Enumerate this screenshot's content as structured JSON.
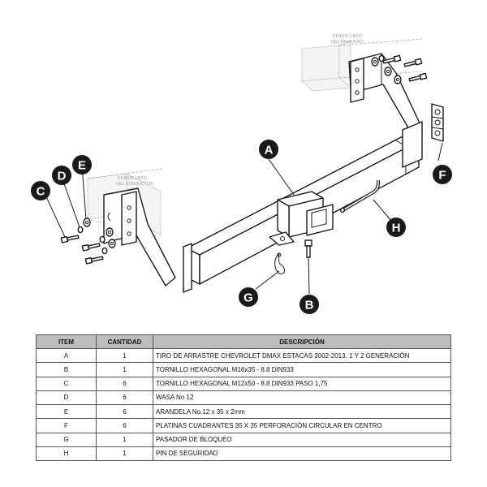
{
  "callouts": {
    "A": "A",
    "B": "B",
    "C": "C",
    "D": "D",
    "E": "E",
    "F": "F",
    "G": "G",
    "H": "H"
  },
  "chassis_labels": {
    "passenger_line1": "CHASIS LADO",
    "passenger_line2": "DEL PASAJERO",
    "driver_line1": "CHASIS LADO",
    "driver_line2": "DEL CONDUCTOR"
  },
  "table": {
    "headers": {
      "item": "ITEM",
      "cantidad": "CANTIDAD",
      "descripcion": "DESCRIPCIÓN"
    },
    "rows": [
      {
        "item": "A",
        "cantidad": "1",
        "descripcion": "TIRO DE ARRASTRE CHEVROLET DMAX ESTACAS 2002-2013. 1 Y 2 GENERACIÓN"
      },
      {
        "item": "B",
        "cantidad": "1",
        "descripcion": "TORNILLO  HEXAGONAL M16x35 - 8.8 DIN933"
      },
      {
        "item": "C",
        "cantidad": "6",
        "descripcion": "TORNILLO  HEXAGONAL M12x50 - 8.8 DIN933 PASO 1,75"
      },
      {
        "item": "D",
        "cantidad": "6",
        "descripcion": "WASA No 12"
      },
      {
        "item": "E",
        "cantidad": "6",
        "descripcion": "ARANDELA No.12 x 35 x 2mm"
      },
      {
        "item": "F",
        "cantidad": "6",
        "descripcion": "PLATINAS CUADRANTES 35 X 35 PERFORACIÓN CIRCULAR EN CENTRO"
      },
      {
        "item": "G",
        "cantidad": "1",
        "descripcion": "PASADOR DE BLOQUEO"
      },
      {
        "item": "H",
        "cantidad": "1",
        "descripcion": "PIN DE SEGURIDAD"
      }
    ]
  }
}
